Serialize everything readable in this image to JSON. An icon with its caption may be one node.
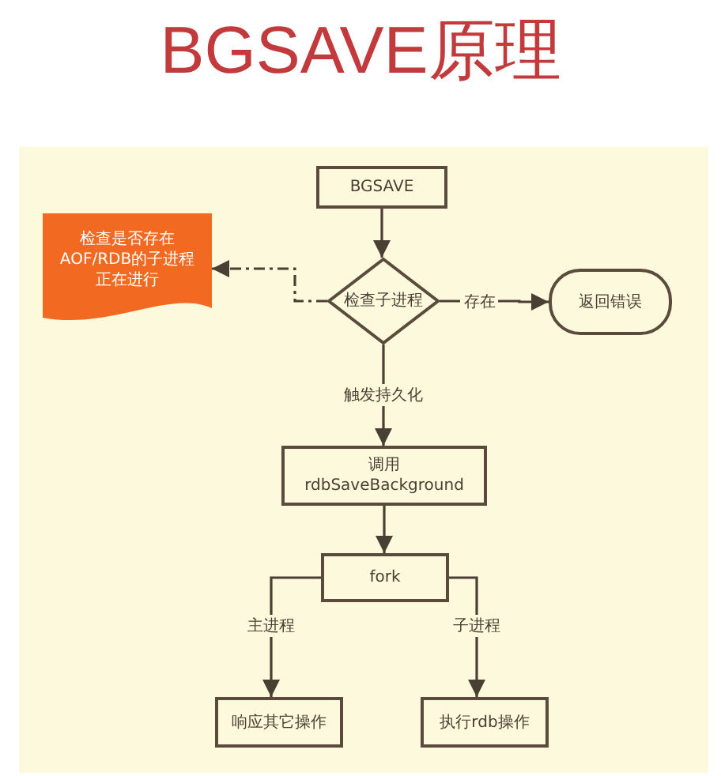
{
  "diagram": {
    "title": "BGSAVE原理",
    "nodes": [
      {
        "text": [
          "BGSAVE"
        ]
      },
      {
        "text": [
          "检查是否存在AOF/RDB的子进程正在进行"
        ]
      },
      {
        "text": [
          "检查子进程"
        ]
      },
      {
        "text": [
          "返回错误"
        ]
      },
      {
        "text": [
          "调用 rdbSaveBackground"
        ]
      },
      {
        "text": [
          "fork"
        ]
      },
      {
        "text": [
          "响应其它操作"
        ]
      },
      {
        "text": [
          "执行rdb操作"
        ]
      }
    ],
    "edges": [
      {
        "from": 0,
        "to": 2,
        "arrow": "to"
      },
      {
        "from": 2,
        "to": 1,
        "arrow": "to",
        "style": "dashed"
      },
      {
        "from": 2,
        "to": 3,
        "arrow": "to",
        "label": "存在"
      },
      {
        "from": 2,
        "to": 4,
        "arrow": "to",
        "label": "触发持久化"
      },
      {
        "from": 4,
        "to": 5,
        "arrow": "to"
      },
      {
        "from": 5,
        "to": 6,
        "arrow": "to",
        "label": "主进程"
      },
      {
        "from": 5,
        "to": 7,
        "arrow": "to",
        "label": "子进程"
      }
    ]
  }
}
